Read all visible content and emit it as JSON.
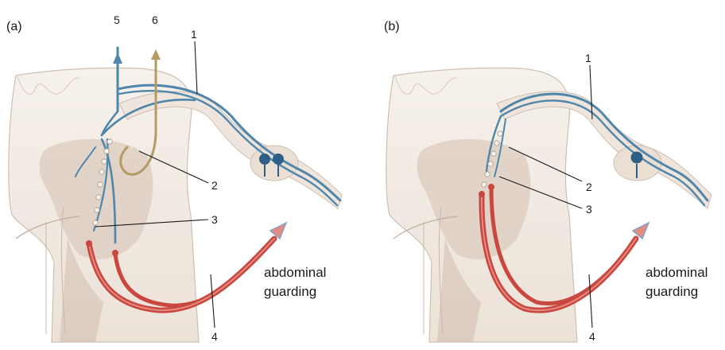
{
  "panels": [
    {
      "id": "a",
      "label": "(a)",
      "numbers": {
        "n1": "1",
        "n2": "2",
        "n3": "3",
        "n4": "4",
        "n5": "5",
        "n6": "6"
      },
      "caption_line1": "abdominal",
      "caption_line2": "guarding"
    },
    {
      "id": "b",
      "label": "(b)",
      "numbers": {
        "n1": "1",
        "n2": "2",
        "n3": "3",
        "n4": "4"
      },
      "caption_line1": "abdominal",
      "caption_line2": "guarding"
    }
  ],
  "colors": {
    "tissue": "#f3ede6",
    "tissue_outline": "#cdbfb2",
    "gray_matter": "#d9c8bd",
    "nerve_blue": "#4f86ab",
    "nerve_blue_dark": "#2f5f86",
    "ascending_tan": "#b49a63",
    "motor_red": "#c9473f",
    "motor_red_light": "#e58a80",
    "arrow_tip_blue": "#7fa6c8"
  }
}
